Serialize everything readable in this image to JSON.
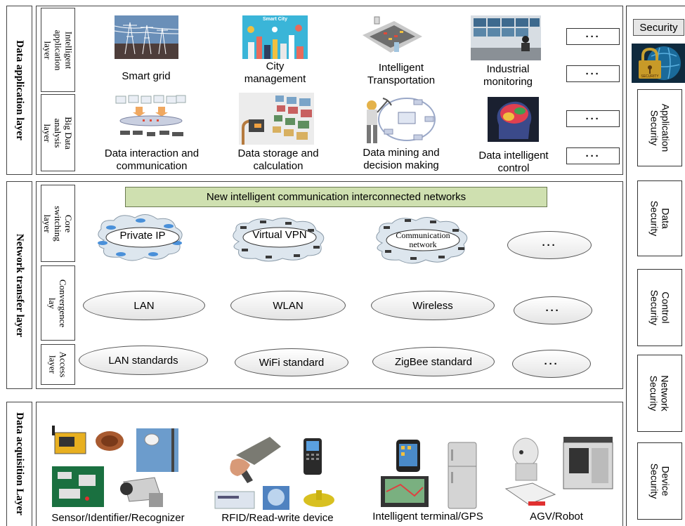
{
  "layers": {
    "application": "Data application layer",
    "network": "Network transfer layer",
    "acquisition": "Data acquisition Layer"
  },
  "sublayers": {
    "intelligent_app": "Intelligent\napplication layer",
    "big_data": "Big Data\nanalysis layer",
    "core_switching": "Core switching\nlayer",
    "convergence": "Convergence\nlay",
    "access": "Access\nlayer"
  },
  "apps": {
    "row1": [
      "Smart grid",
      "City\nmanagement",
      "Intelligent\nTransportation",
      "Industrial\nmonitoring"
    ],
    "row2": [
      "Data interaction and\ncommunication",
      "Data storage and\ncalculation",
      "Data mining and\ndecision making",
      "Data intelligent\ncontrol"
    ],
    "smart_city_text": "Smart City",
    "more": "···"
  },
  "network": {
    "banner": "New intelligent communication interconnected networks",
    "core": [
      "Private IP",
      "Virtual VPN",
      "Communication\nnetwork",
      "···"
    ],
    "convergence": [
      "LAN",
      "WLAN",
      "Wireless",
      "···"
    ],
    "access": [
      "LAN standards",
      "WiFi standard",
      "ZigBee standard",
      "···"
    ]
  },
  "acquisition": [
    "Sensor/Identifier/Recognizer",
    "RFID/Read-write device",
    "Intelligent terminal/GPS",
    "AGV/Robot"
  ],
  "security": {
    "header": "Security",
    "items": [
      "Application\nSecurity",
      "Data\nSecurity",
      "Control\nSecurity",
      "Network\nSecurity",
      "Device\nSecurity"
    ],
    "icon_label": "SECURITY"
  },
  "colors": {
    "banner_bg": "#cfe0b0",
    "cloud": "#dde6ee"
  }
}
